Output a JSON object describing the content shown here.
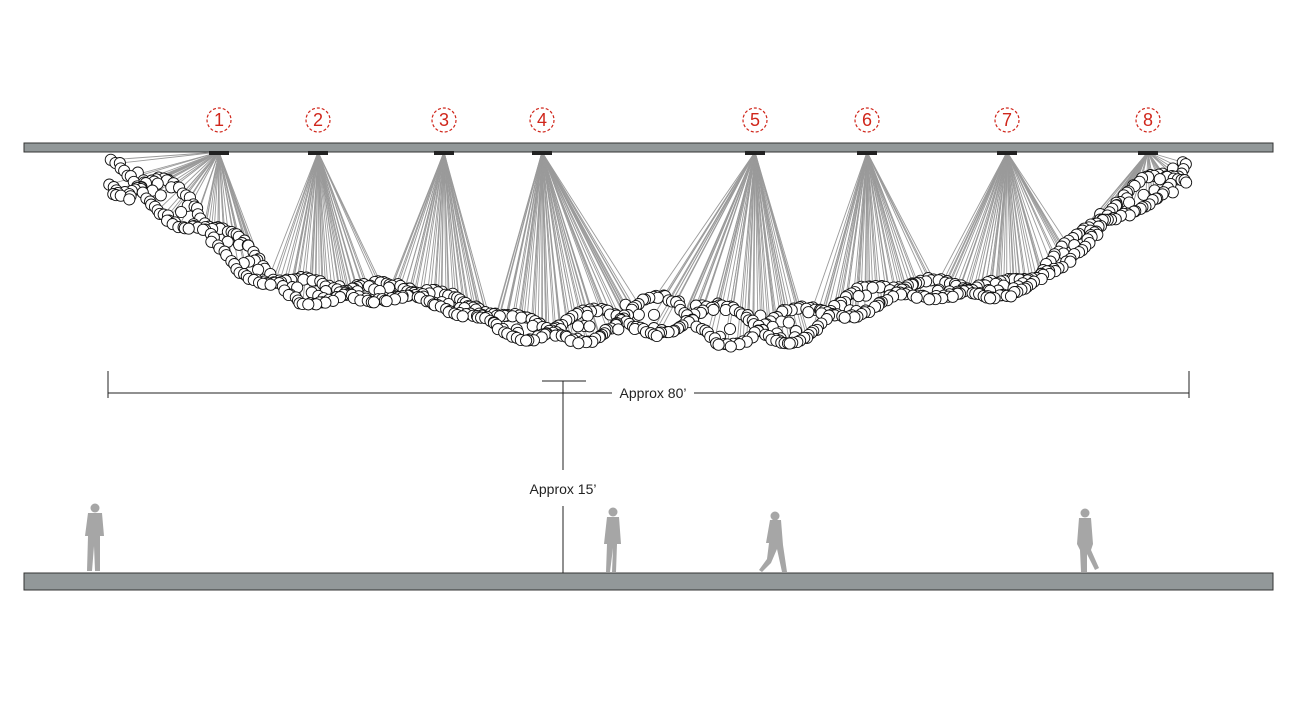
{
  "anchors": [
    {
      "number": "1"
    },
    {
      "number": "2"
    },
    {
      "number": "3"
    },
    {
      "number": "4"
    },
    {
      "number": "5"
    },
    {
      "number": "6"
    },
    {
      "number": "7"
    },
    {
      "number": "8"
    }
  ],
  "dimensions": {
    "span_label": "Approx 80’",
    "height_label": "Approx 15’"
  },
  "colors": {
    "anchor_marker": "#d0261b",
    "ceiling_fill": "#929899",
    "floor_fill": "#929899",
    "cables": "#9a9a9a",
    "spheres_stroke": "#111111",
    "people": "#a6a6a6",
    "dimension_lines": "#222222"
  },
  "people_count": 4
}
